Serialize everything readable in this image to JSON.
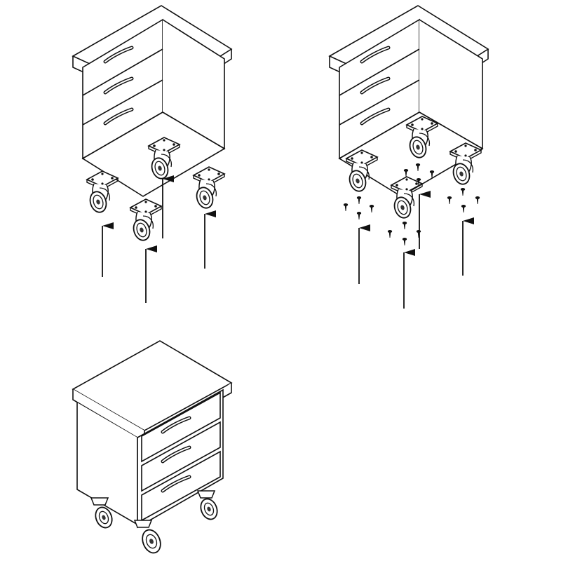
{
  "diagram": {
    "kind": "assembly-instructions",
    "subject": "mobile-pedestal-drawer-cabinet",
    "steps": [
      {
        "id": "step-1",
        "action": "attach-casters",
        "caster_count": 4,
        "arrow_count": 4
      },
      {
        "id": "step-2",
        "action": "fasten-caster-screws",
        "caster_count": 4,
        "screws_per_caster": 4,
        "arrow_count": 4
      },
      {
        "id": "step-3",
        "action": "finished-assembly",
        "drawer_count": 3,
        "caster_count": 4
      }
    ],
    "colors": {
      "line": "#111111",
      "fill": "#ffffff",
      "hub": "#333333"
    }
  }
}
